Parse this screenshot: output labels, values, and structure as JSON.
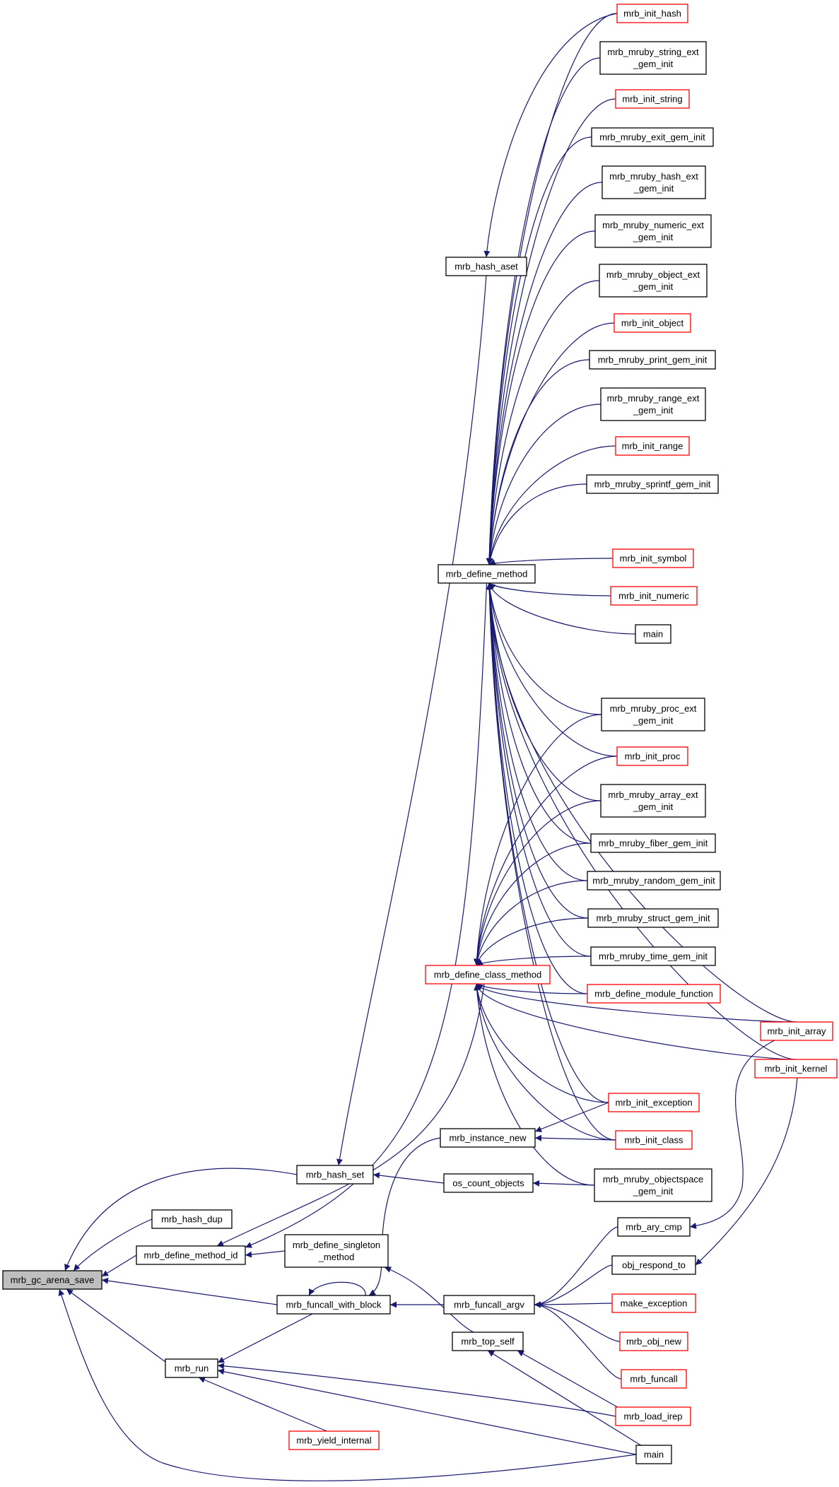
{
  "colors": {
    "edge": "#191970",
    "truncated_node_border": "#ff0000",
    "node_border": "#000000",
    "highlighted_node_fill": "#bfbfbf",
    "node_fill": "#ffffff"
  },
  "graph": {
    "nodes": [
      {
        "id": "gc_arena_save",
        "lines": [
          "mrb_gc_arena_save"
        ],
        "style": "highlight"
      },
      {
        "id": "hash_set",
        "lines": [
          "mrb_hash_set"
        ],
        "style": "normal"
      },
      {
        "id": "hash_dup",
        "lines": [
          "mrb_hash_dup"
        ],
        "style": "normal"
      },
      {
        "id": "define_method_id",
        "lines": [
          "mrb_define_method_id"
        ],
        "style": "normal"
      },
      {
        "id": "funcall_with_block",
        "lines": [
          "mrb_funcall_with_block"
        ],
        "style": "normal"
      },
      {
        "id": "run",
        "lines": [
          "mrb_run"
        ],
        "style": "normal"
      },
      {
        "id": "yield_internal",
        "lines": [
          "mrb_yield_internal"
        ],
        "style": "truncated"
      },
      {
        "id": "hash_aset",
        "lines": [
          "mrb_hash_aset"
        ],
        "style": "normal"
      },
      {
        "id": "define_method",
        "lines": [
          "mrb_define_method"
        ],
        "style": "normal"
      },
      {
        "id": "define_class_method",
        "lines": [
          "mrb_define_class_method"
        ],
        "style": "truncated"
      },
      {
        "id": "instance_new",
        "lines": [
          "mrb_instance_new"
        ],
        "style": "normal"
      },
      {
        "id": "os_count_objects",
        "lines": [
          "os_count_objects"
        ],
        "style": "normal"
      },
      {
        "id": "define_singleton_method",
        "lines": [
          "mrb_define_singleton",
          "_method"
        ],
        "style": "normal"
      },
      {
        "id": "funcall_argv",
        "lines": [
          "mrb_funcall_argv"
        ],
        "style": "normal"
      },
      {
        "id": "top_self",
        "lines": [
          "mrb_top_self"
        ],
        "style": "normal"
      },
      {
        "id": "init_hash",
        "lines": [
          "mrb_init_hash"
        ],
        "style": "truncated"
      },
      {
        "id": "string_ext",
        "lines": [
          "mrb_mruby_string_ext",
          "_gem_init"
        ],
        "style": "normal"
      },
      {
        "id": "init_string",
        "lines": [
          "mrb_init_string"
        ],
        "style": "truncated"
      },
      {
        "id": "exit_gem",
        "lines": [
          "mrb_mruby_exit_gem_init"
        ],
        "style": "normal"
      },
      {
        "id": "hash_ext",
        "lines": [
          "mrb_mruby_hash_ext",
          "_gem_init"
        ],
        "style": "normal"
      },
      {
        "id": "numeric_ext",
        "lines": [
          "mrb_mruby_numeric_ext",
          "_gem_init"
        ],
        "style": "normal"
      },
      {
        "id": "object_ext",
        "lines": [
          "mrb_mruby_object_ext",
          "_gem_init"
        ],
        "style": "normal"
      },
      {
        "id": "init_object",
        "lines": [
          "mrb_init_object"
        ],
        "style": "truncated"
      },
      {
        "id": "print_gem",
        "lines": [
          "mrb_mruby_print_gem_init"
        ],
        "style": "normal"
      },
      {
        "id": "range_ext",
        "lines": [
          "mrb_mruby_range_ext",
          "_gem_init"
        ],
        "style": "normal"
      },
      {
        "id": "init_range",
        "lines": [
          "mrb_init_range"
        ],
        "style": "truncated"
      },
      {
        "id": "sprintf_gem",
        "lines": [
          "mrb_mruby_sprintf_gem_init"
        ],
        "style": "normal"
      },
      {
        "id": "init_symbol",
        "lines": [
          "mrb_init_symbol"
        ],
        "style": "truncated"
      },
      {
        "id": "init_numeric",
        "lines": [
          "mrb_init_numeric"
        ],
        "style": "truncated"
      },
      {
        "id": "main1",
        "lines": [
          "main"
        ],
        "style": "normal"
      },
      {
        "id": "proc_ext",
        "lines": [
          "mrb_mruby_proc_ext",
          "_gem_init"
        ],
        "style": "normal"
      },
      {
        "id": "init_proc",
        "lines": [
          "mrb_init_proc"
        ],
        "style": "truncated"
      },
      {
        "id": "array_ext",
        "lines": [
          "mrb_mruby_array_ext",
          "_gem_init"
        ],
        "style": "normal"
      },
      {
        "id": "fiber_gem",
        "lines": [
          "mrb_mruby_fiber_gem_init"
        ],
        "style": "normal"
      },
      {
        "id": "random_gem",
        "lines": [
          "mrb_mruby_random_gem_init"
        ],
        "style": "normal"
      },
      {
        "id": "struct_gem",
        "lines": [
          "mrb_mruby_struct_gem_init"
        ],
        "style": "normal"
      },
      {
        "id": "time_gem",
        "lines": [
          "mrb_mruby_time_gem_init"
        ],
        "style": "normal"
      },
      {
        "id": "define_module_function",
        "lines": [
          "mrb_define_module_function"
        ],
        "style": "truncated"
      },
      {
        "id": "init_array",
        "lines": [
          "mrb_init_array"
        ],
        "style": "truncated"
      },
      {
        "id": "init_kernel",
        "lines": [
          "mrb_init_kernel"
        ],
        "style": "truncated"
      },
      {
        "id": "init_exception",
        "lines": [
          "mrb_init_exception"
        ],
        "style": "truncated"
      },
      {
        "id": "init_class",
        "lines": [
          "mrb_init_class"
        ],
        "style": "truncated"
      },
      {
        "id": "objectspace_gem",
        "lines": [
          "mrb_mruby_objectspace",
          "_gem_init"
        ],
        "style": "normal"
      },
      {
        "id": "ary_cmp",
        "lines": [
          "mrb_ary_cmp"
        ],
        "style": "normal"
      },
      {
        "id": "obj_respond_to",
        "lines": [
          "obj_respond_to"
        ],
        "style": "normal"
      },
      {
        "id": "make_exception",
        "lines": [
          "make_exception"
        ],
        "style": "truncated"
      },
      {
        "id": "obj_new",
        "lines": [
          "mrb_obj_new"
        ],
        "style": "truncated"
      },
      {
        "id": "funcall",
        "lines": [
          "mrb_funcall"
        ],
        "style": "truncated"
      },
      {
        "id": "load_irep",
        "lines": [
          "mrb_load_irep"
        ],
        "style": "truncated"
      },
      {
        "id": "main2",
        "lines": [
          "main"
        ],
        "style": "normal"
      }
    ],
    "edges": [
      {
        "from": "hash_set",
        "to": "gc_arena_save"
      },
      {
        "from": "hash_dup",
        "to": "gc_arena_save"
      },
      {
        "from": "define_method_id",
        "to": "gc_arena_save"
      },
      {
        "from": "funcall_with_block",
        "to": "gc_arena_save"
      },
      {
        "from": "run",
        "to": "gc_arena_save"
      },
      {
        "from": "main2",
        "to": "gc_arena_save"
      },
      {
        "from": "hash_aset",
        "to": "hash_set"
      },
      {
        "from": "os_count_objects",
        "to": "hash_set"
      },
      {
        "from": "init_hash",
        "to": "hash_aset"
      },
      {
        "from": "define_method",
        "to": "define_method_id"
      },
      {
        "from": "define_class_method",
        "to": "define_method_id"
      },
      {
        "from": "define_singleton_method",
        "to": "define_method_id"
      },
      {
        "from": "init_hash",
        "to": "define_method"
      },
      {
        "from": "string_ext",
        "to": "define_method"
      },
      {
        "from": "init_string",
        "to": "define_method"
      },
      {
        "from": "exit_gem",
        "to": "define_method"
      },
      {
        "from": "hash_ext",
        "to": "define_method"
      },
      {
        "from": "numeric_ext",
        "to": "define_method"
      },
      {
        "from": "object_ext",
        "to": "define_method"
      },
      {
        "from": "init_object",
        "to": "define_method"
      },
      {
        "from": "print_gem",
        "to": "define_method"
      },
      {
        "from": "range_ext",
        "to": "define_method"
      },
      {
        "from": "init_range",
        "to": "define_method"
      },
      {
        "from": "sprintf_gem",
        "to": "define_method"
      },
      {
        "from": "init_array",
        "to": "define_method"
      },
      {
        "from": "init_symbol",
        "to": "define_method"
      },
      {
        "from": "init_numeric",
        "to": "define_method"
      },
      {
        "from": "main1",
        "to": "define_method"
      },
      {
        "from": "init_kernel",
        "to": "define_method"
      },
      {
        "from": "proc_ext",
        "to": "define_method"
      },
      {
        "from": "init_proc",
        "to": "define_method"
      },
      {
        "from": "array_ext",
        "to": "define_method"
      },
      {
        "from": "fiber_gem",
        "to": "define_method"
      },
      {
        "from": "random_gem",
        "to": "define_method"
      },
      {
        "from": "struct_gem",
        "to": "define_method"
      },
      {
        "from": "time_gem",
        "to": "define_method"
      },
      {
        "from": "define_module_function",
        "to": "define_method"
      },
      {
        "from": "init_exception",
        "to": "define_method"
      },
      {
        "from": "init_class",
        "to": "define_method"
      },
      {
        "from": "proc_ext",
        "to": "define_class_method"
      },
      {
        "from": "init_proc",
        "to": "define_class_method"
      },
      {
        "from": "array_ext",
        "to": "define_class_method"
      },
      {
        "from": "fiber_gem",
        "to": "define_class_method"
      },
      {
        "from": "random_gem",
        "to": "define_class_method"
      },
      {
        "from": "struct_gem",
        "to": "define_class_method"
      },
      {
        "from": "time_gem",
        "to": "define_class_method"
      },
      {
        "from": "define_module_function",
        "to": "define_class_method"
      },
      {
        "from": "init_array",
        "to": "define_class_method"
      },
      {
        "from": "init_kernel",
        "to": "define_class_method"
      },
      {
        "from": "init_exception",
        "to": "define_class_method"
      },
      {
        "from": "init_class",
        "to": "define_class_method"
      },
      {
        "from": "objectspace_gem",
        "to": "define_class_method"
      },
      {
        "from": "init_exception",
        "to": "instance_new"
      },
      {
        "from": "init_class",
        "to": "instance_new"
      },
      {
        "from": "objectspace_gem",
        "to": "os_count_objects"
      },
      {
        "from": "top_self",
        "to": "define_singleton_method"
      },
      {
        "from": "funcall_with_block",
        "to": "funcall_with_block"
      },
      {
        "from": "instance_new",
        "to": "funcall_with_block"
      },
      {
        "from": "funcall_argv",
        "to": "funcall_with_block"
      },
      {
        "from": "ary_cmp",
        "to": "funcall_argv"
      },
      {
        "from": "obj_respond_to",
        "to": "funcall_argv"
      },
      {
        "from": "make_exception",
        "to": "funcall_argv"
      },
      {
        "from": "obj_new",
        "to": "funcall_argv"
      },
      {
        "from": "funcall",
        "to": "funcall_argv"
      },
      {
        "from": "init_array",
        "to": "ary_cmp"
      },
      {
        "from": "init_kernel",
        "to": "obj_respond_to"
      },
      {
        "from": "load_irep",
        "to": "top_self"
      },
      {
        "from": "main2",
        "to": "top_self"
      },
      {
        "from": "funcall_with_block",
        "to": "run"
      },
      {
        "from": "yield_internal",
        "to": "run"
      },
      {
        "from": "load_irep",
        "to": "run"
      },
      {
        "from": "main2",
        "to": "run"
      }
    ]
  }
}
